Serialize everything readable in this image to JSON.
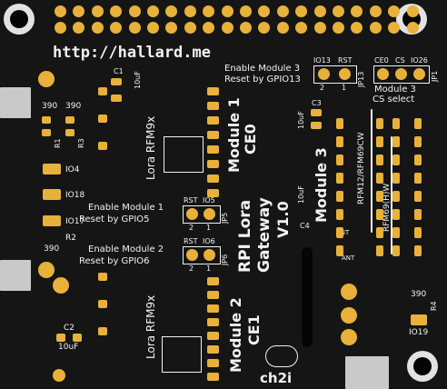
{
  "board": {
    "url": "http://hallard.me",
    "title_line1": "RPI Lora",
    "title_line2": "Gateway",
    "version": "V1.0",
    "logo_text": "ch2i"
  },
  "module1": {
    "label": "Module 1",
    "sub": "CE0",
    "chip": "Lora RFM9x",
    "enable_line1": "Enable Module 1",
    "enable_line2": "Reset by GPIO5",
    "jumper_left": "RST",
    "jumper_right": "IO5",
    "jumper_name": "JP5",
    "pin2": "2",
    "pin1": "1"
  },
  "module2": {
    "label": "Module 2",
    "sub": "CE1",
    "chip": "Lora RFM9x",
    "enable_line1": "Enable Module 2",
    "enable_line2": "Reset by GPIO6",
    "jumper_left": "RST",
    "jumper_right": "IO6",
    "jumper_name": "JP6",
    "pin2": "2",
    "pin1": "1"
  },
  "module3": {
    "label": "Module 3",
    "enable_line1": "Enable Module 3",
    "enable_line2": "Reset by GPIO13",
    "jumper_left": "IO13",
    "jumper_right": "RST",
    "jumper_name": "JP13",
    "pin2": "2",
    "pin1": "1",
    "cs_labels": [
      "CE0",
      "CS",
      "IO26"
    ],
    "cs_jumper": "JP1",
    "cs_caption_1": "Module 3",
    "cs_caption_2": "CS select",
    "rfm_a": "RFM12/RFM69CW",
    "rfm_b": "RFM69(H)W",
    "ant": "ANT"
  },
  "components": {
    "c1": "C1",
    "c1_val": "10uF",
    "c2": "C2",
    "c2_val": "10uF",
    "c3": "C3",
    "c3_val": "10uF",
    "c4": "C4",
    "c4_val": "10uF",
    "r1": "R1",
    "r2": "R2",
    "r3": "R3",
    "r4": "R4",
    "res390": "390",
    "io4": "IO4",
    "io18": "IO18",
    "io17": "IO17",
    "io19": "IO19"
  }
}
